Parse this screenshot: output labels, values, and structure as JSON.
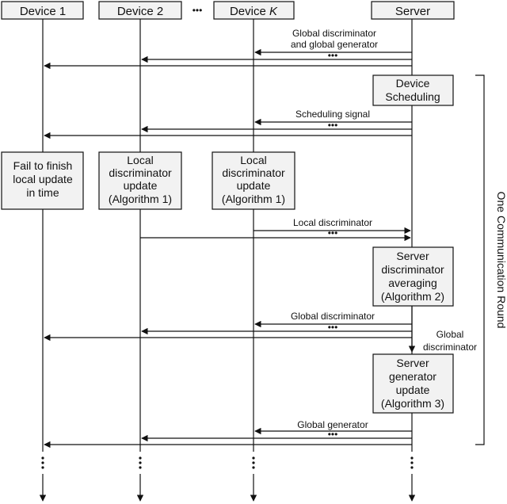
{
  "participants": {
    "device1": "Device 1",
    "device2": "Device 2",
    "ellipsis": "•••",
    "deviceK_prefix": "Device ",
    "deviceK_var": "K",
    "server": "Server"
  },
  "steps": {
    "broadcast_label": [
      "Global discriminator",
      "and global generator"
    ],
    "scheduling_box": [
      "Device",
      "Scheduling"
    ],
    "scheduling_signal": "Scheduling signal",
    "fail_box": [
      "Fail to finish",
      "local update",
      "in time"
    ],
    "local_update_box": [
      "Local",
      "discriminator",
      "update",
      "(Algorithm 1)"
    ],
    "local_disc_label": "Local discriminator",
    "averaging_box": [
      "Server",
      "discriminator",
      "averaging",
      "(Algorithm 2)"
    ],
    "global_disc_label": "Global discriminator",
    "global_disc_right": [
      "Global",
      "discriminator"
    ],
    "generator_box": [
      "Server",
      "generator",
      "update",
      "(Algorithm 3)"
    ],
    "global_gen_label": "Global generator",
    "dots": "•••"
  },
  "round_label": "One Communication Round"
}
